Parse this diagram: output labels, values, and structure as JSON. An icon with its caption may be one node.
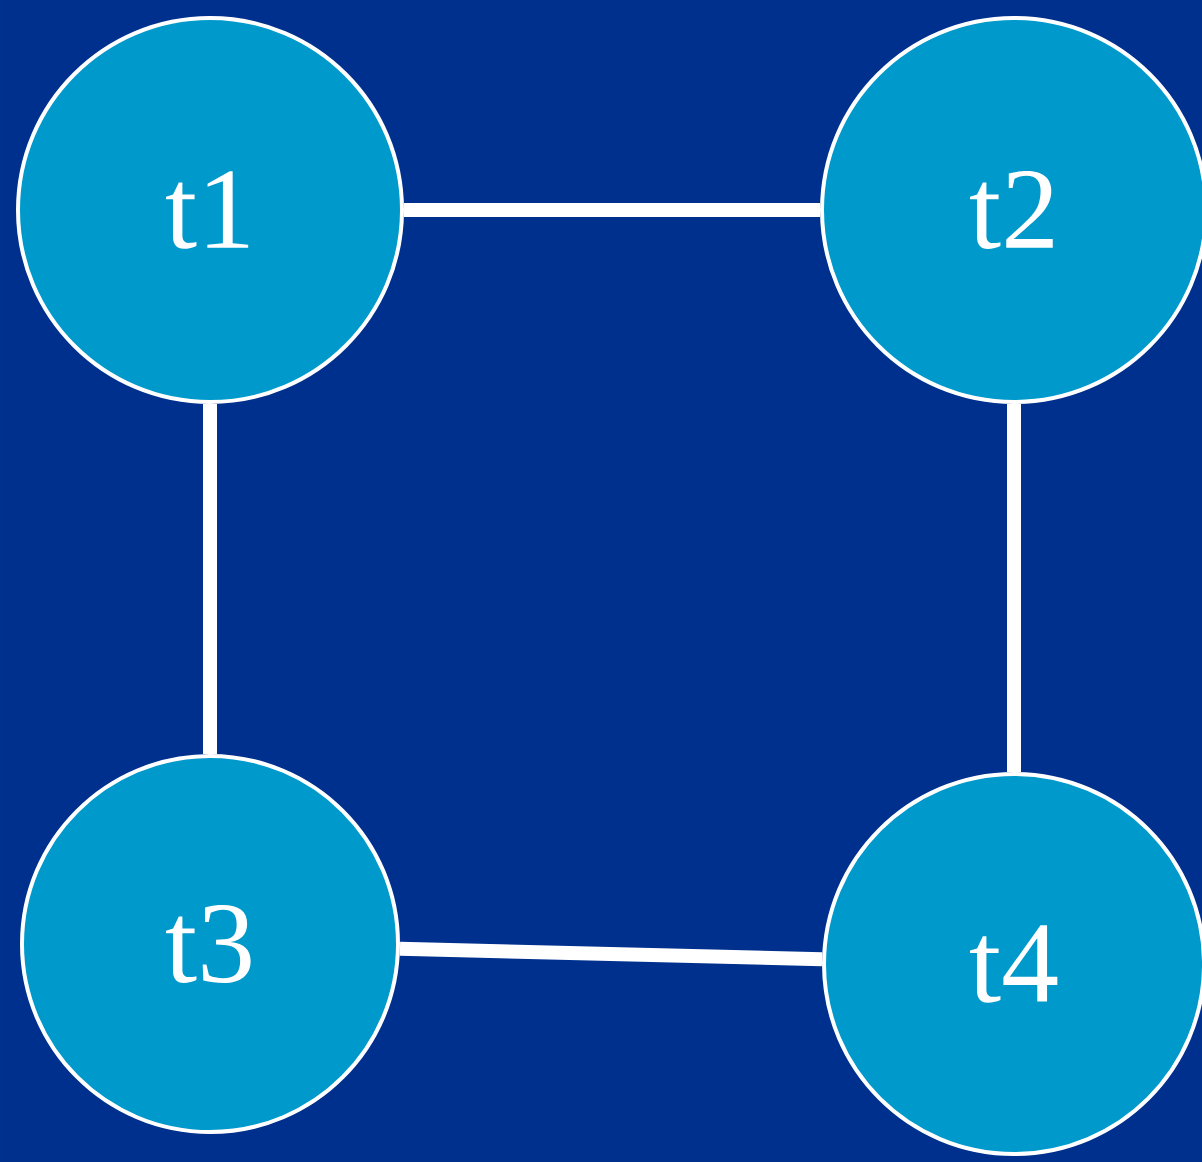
{
  "diagram": {
    "nodes": [
      {
        "text": [
          "t1"
        ]
      },
      {
        "text": [
          "t2"
        ]
      },
      {
        "text": [
          "t3"
        ]
      },
      {
        "text": [
          "t4"
        ]
      }
    ],
    "edges": [
      {
        "from": 0,
        "to": 1,
        "arrow": "none"
      },
      {
        "from": 0,
        "to": 2,
        "arrow": "none"
      },
      {
        "from": 1,
        "to": 3,
        "arrow": "none"
      },
      {
        "from": 2,
        "to": 3,
        "arrow": "none"
      }
    ]
  }
}
